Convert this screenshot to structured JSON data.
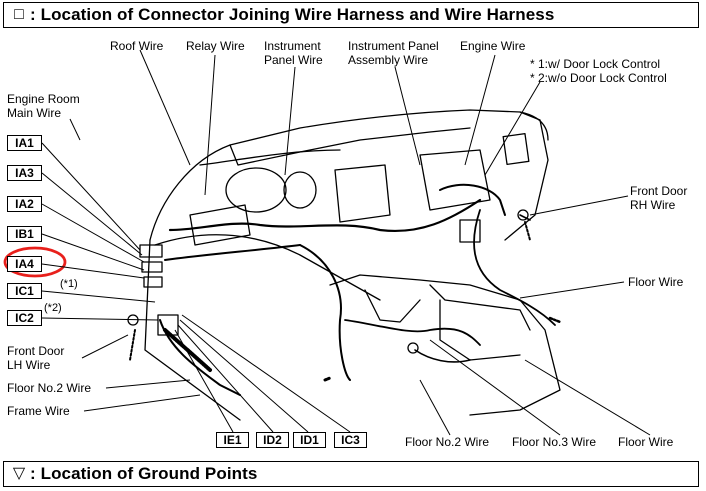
{
  "header_top": {
    "symbol": "□",
    "title": ": Location of Connector Joining Wire Harness and Wire Harness"
  },
  "header_bottom": {
    "symbol": "▽",
    "title": ": Location of Ground Points"
  },
  "wire_labels": {
    "roof_wire": "Roof Wire",
    "relay_wire": "Relay Wire",
    "instrument_panel_wire_1": "Instrument",
    "instrument_panel_wire_2": "Panel Wire",
    "ip_assembly_wire_1": "Instrument Panel",
    "ip_assembly_wire_2": "Assembly Wire",
    "engine_wire": "Engine Wire",
    "engine_room_main_wire_1": "Engine Room",
    "engine_room_main_wire_2": "Main Wire",
    "front_door_rh_wire_1": "Front Door",
    "front_door_rh_wire_2": "RH Wire",
    "floor_wire": "Floor Wire",
    "front_door_lh_wire_1": "Front Door",
    "front_door_lh_wire_2": "LH Wire",
    "floor_no2_wire_left": "Floor No.2 Wire",
    "frame_wire": "Frame Wire",
    "floor_no2_wire_bottom": "Floor No.2 Wire",
    "floor_no3_wire": "Floor No.3 Wire",
    "floor_wire_bottom": "Floor Wire"
  },
  "notes": {
    "note1": "* 1:w/ Door Lock Control",
    "note2": "* 2:w/o Door Lock Control",
    "mark1": "(*1)",
    "mark2": "(*2)"
  },
  "connectors_left": [
    "IA1",
    "IA3",
    "IA2",
    "IB1",
    "IA4",
    "IC1",
    "IC2"
  ],
  "connectors_bottom": [
    "IE1",
    "ID2",
    "ID1",
    "IC3"
  ],
  "highlight": {
    "connector": "IA4",
    "color": "#e8201c"
  }
}
